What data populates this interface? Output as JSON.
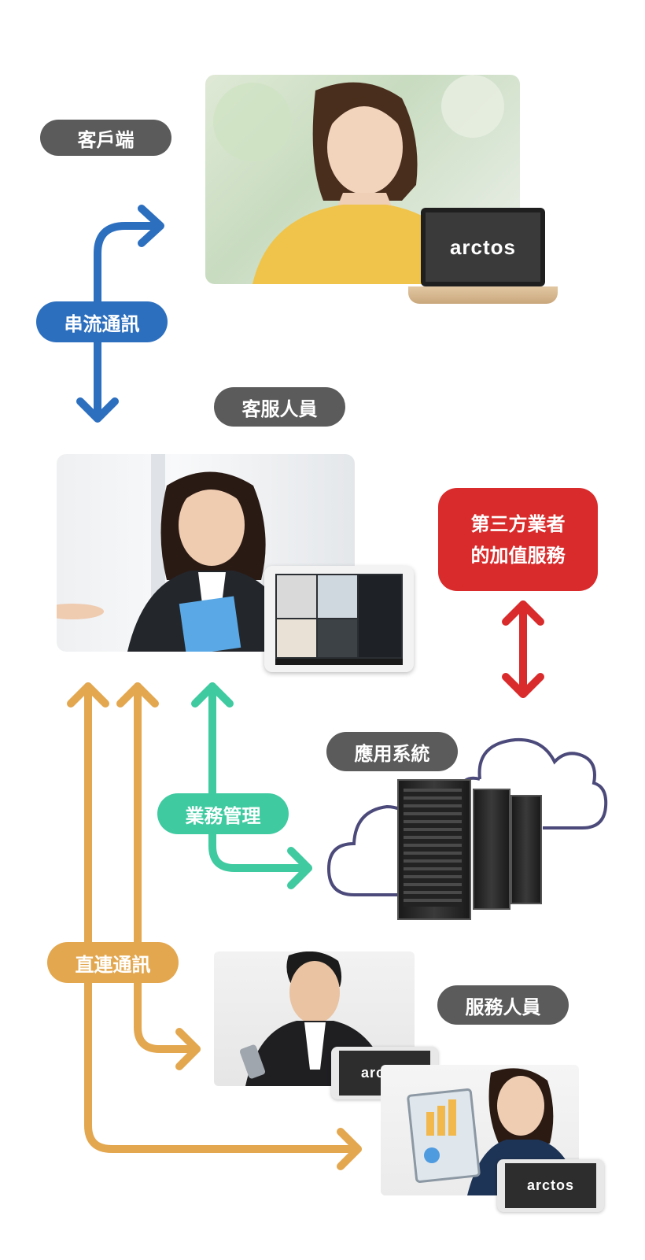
{
  "labels": {
    "client": "客戶端",
    "streaming": "串流通訊",
    "agent": "客服人員",
    "third_party_line1": "第三方業者",
    "third_party_line2": "的加值服務",
    "app_system": "應用系統",
    "business_mgmt": "業務管理",
    "direct_comm": "直連通訊",
    "service_staff": "服務人員"
  },
  "brand": {
    "logo_text": "arctos"
  },
  "colors": {
    "blue": "#2c6fbf",
    "red": "#d92b2b",
    "green": "#3fcaa0",
    "gold": "#e3a74f",
    "gray_pill": "#5b5b5b",
    "cloud_stroke": "#4b4a7a"
  },
  "icons": {
    "client_photo": "woman-with-laptop-image",
    "agent_photo": "agent-with-tablet-image",
    "server": "server-rack-icon",
    "cloud": "cloud-icon",
    "staff_photo_1": "man-with-phone-image",
    "staff_photo_2": "woman-with-clipboard-image"
  }
}
